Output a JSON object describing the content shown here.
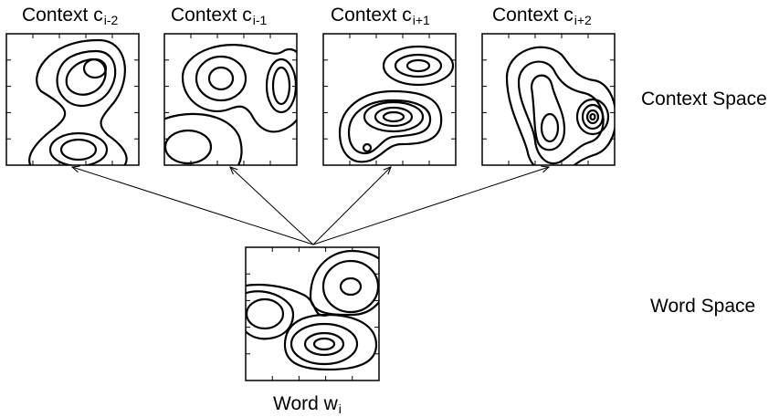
{
  "contexts": [
    {
      "prefix": "Context c",
      "subscript": "i-2"
    },
    {
      "prefix": "Context c",
      "subscript": "i-1"
    },
    {
      "prefix": "Context c",
      "subscript": "i+1"
    },
    {
      "prefix": "Context c",
      "subscript": "i+2"
    }
  ],
  "word": {
    "prefix": "Word w",
    "subscript": "i"
  },
  "context_space_label": "Context Space",
  "word_space_label": "Word Space",
  "colors": {
    "stroke": "#000000",
    "background": "#ffffff"
  }
}
